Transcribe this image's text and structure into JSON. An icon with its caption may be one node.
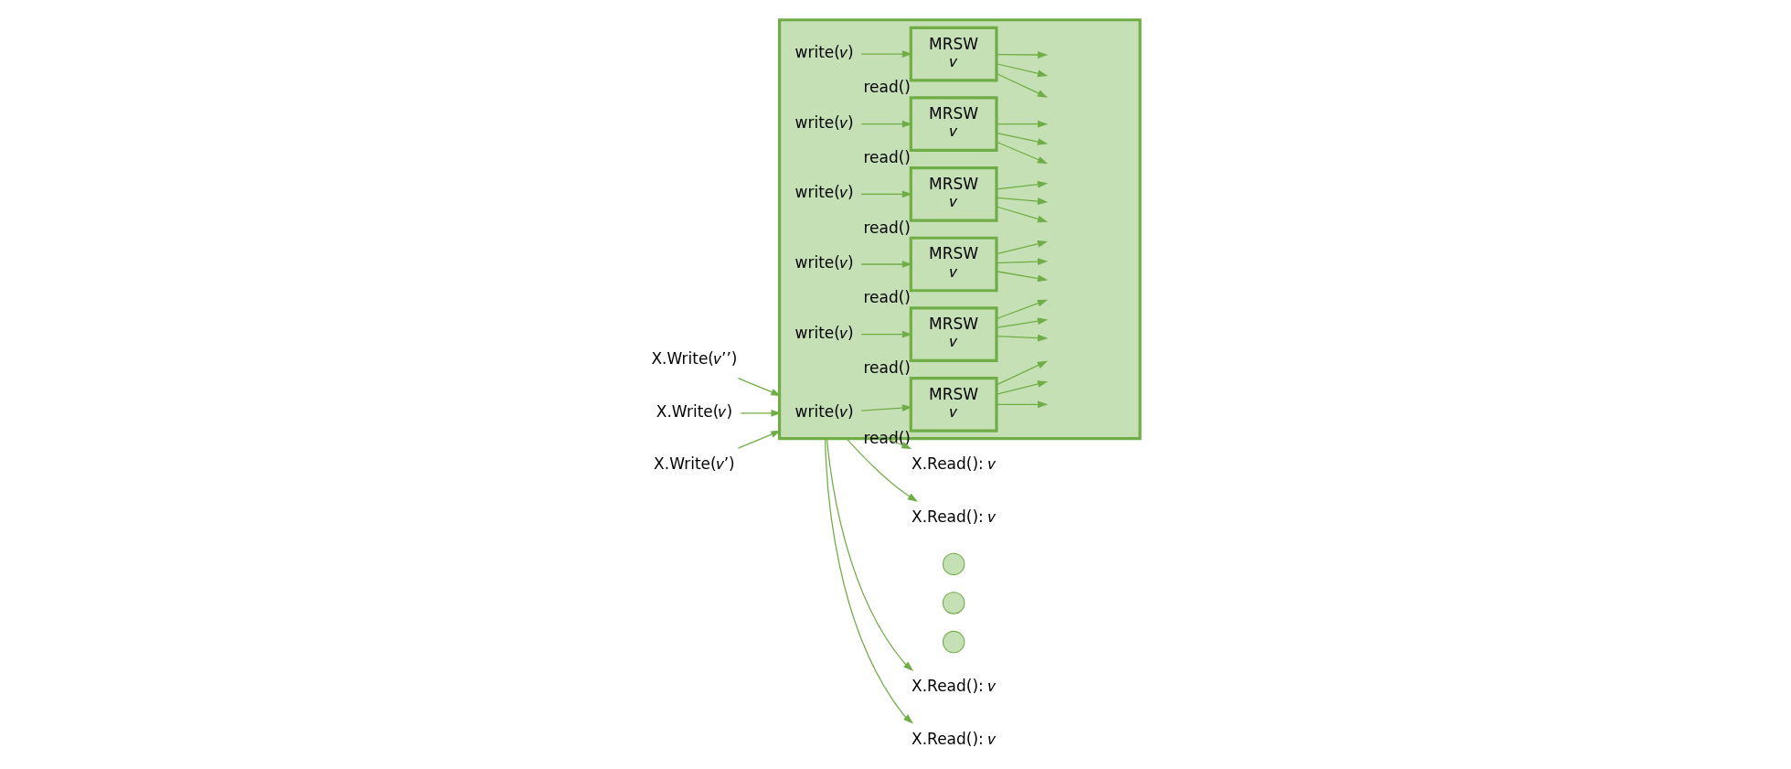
{
  "diagram": {
    "nodes": [
      {
        "text": [],
        "shape": "box"
      },
      {
        "text": [
          "write(𝑣)"
        ],
        "in": 0
      },
      {
        "text": [
          "MRSW",
          "𝑣"
        ],
        "in": 0,
        "beside": [
          "read()"
        ]
      },
      {
        "text": [
          "write(𝑣)"
        ],
        "in": 0
      },
      {
        "text": [
          "MRSW",
          "𝑣"
        ],
        "in": 0,
        "beside": [
          "read()"
        ]
      },
      {
        "text": [
          "write(𝑣)"
        ],
        "in": 0
      },
      {
        "text": [
          "MRSW",
          "𝑣"
        ],
        "in": 0,
        "beside": [
          "read()"
        ]
      },
      {
        "text": [
          "write(𝑣)"
        ],
        "in": 0
      },
      {
        "text": [
          "MRSW",
          "𝑣"
        ],
        "in": 0,
        "beside": [
          "read()"
        ]
      },
      {
        "text": [
          "write(𝑣)"
        ],
        "in": 0
      },
      {
        "text": [
          "MRSW",
          "𝑣"
        ],
        "in": 0,
        "beside": [
          "read()"
        ]
      },
      {
        "text": [
          "write(𝑣)"
        ],
        "in": 0
      },
      {
        "text": [
          "MRSW",
          "𝑣"
        ],
        "in": 0,
        "beside": [
          "read()"
        ]
      },
      {
        "text": [
          "X.Write(𝑣’’)"
        ]
      },
      {
        "text": [
          "X.Write(𝑣)"
        ]
      },
      {
        "text": [
          "X.Write(𝑣’)"
        ]
      },
      {
        "text": [
          "X.Read(): 𝑣"
        ]
      },
      {
        "text": [
          "X.Read(): 𝑣"
        ]
      },
      {
        "text": [],
        "shape": "circle"
      },
      {
        "text": [],
        "shape": "circle"
      },
      {
        "text": [],
        "shape": "circle"
      },
      {
        "text": [
          "X.Read(): 𝑣"
        ]
      },
      {
        "text": [
          "X.Read(): 𝑣"
        ]
      }
    ],
    "edges": [
      {
        "from": 1,
        "to": 2,
        "arrow": "to"
      },
      {
        "from": 2,
        "to": null,
        "arrow": "to"
      },
      {
        "from": 2,
        "to": null,
        "arrow": "to"
      },
      {
        "from": 2,
        "to": null,
        "arrow": "to"
      },
      {
        "from": 3,
        "to": 4,
        "arrow": "to"
      },
      {
        "from": 4,
        "to": null,
        "arrow": "to"
      },
      {
        "from": 4,
        "to": null,
        "arrow": "to"
      },
      {
        "from": 4,
        "to": null,
        "arrow": "to"
      },
      {
        "from": 5,
        "to": 6,
        "arrow": "to"
      },
      {
        "from": 6,
        "to": null,
        "arrow": "to"
      },
      {
        "from": 6,
        "to": null,
        "arrow": "to"
      },
      {
        "from": 6,
        "to": null,
        "arrow": "to"
      },
      {
        "from": 7,
        "to": 8,
        "arrow": "to"
      },
      {
        "from": 8,
        "to": null,
        "arrow": "to"
      },
      {
        "from": 8,
        "to": null,
        "arrow": "to"
      },
      {
        "from": 8,
        "to": null,
        "arrow": "to"
      },
      {
        "from": 9,
        "to": 10,
        "arrow": "to"
      },
      {
        "from": 10,
        "to": null,
        "arrow": "to"
      },
      {
        "from": 10,
        "to": null,
        "arrow": "to"
      },
      {
        "from": 10,
        "to": null,
        "arrow": "to"
      },
      {
        "from": 11,
        "to": 12,
        "arrow": "to"
      },
      {
        "from": 12,
        "to": null,
        "arrow": "to"
      },
      {
        "from": 12,
        "to": null,
        "arrow": "to"
      },
      {
        "from": 12,
        "to": null,
        "arrow": "to"
      },
      {
        "from": 13,
        "to": 0,
        "arrow": "to"
      },
      {
        "from": 14,
        "to": 0,
        "arrow": "to"
      },
      {
        "from": 15,
        "to": 0,
        "arrow": "to"
      },
      {
        "from": 0,
        "to": 16,
        "arrow": "to"
      },
      {
        "from": 0,
        "to": 17,
        "arrow": "to"
      },
      {
        "from": 0,
        "to": 21,
        "arrow": "to"
      },
      {
        "from": 0,
        "to": 22,
        "arrow": "to"
      }
    ]
  }
}
